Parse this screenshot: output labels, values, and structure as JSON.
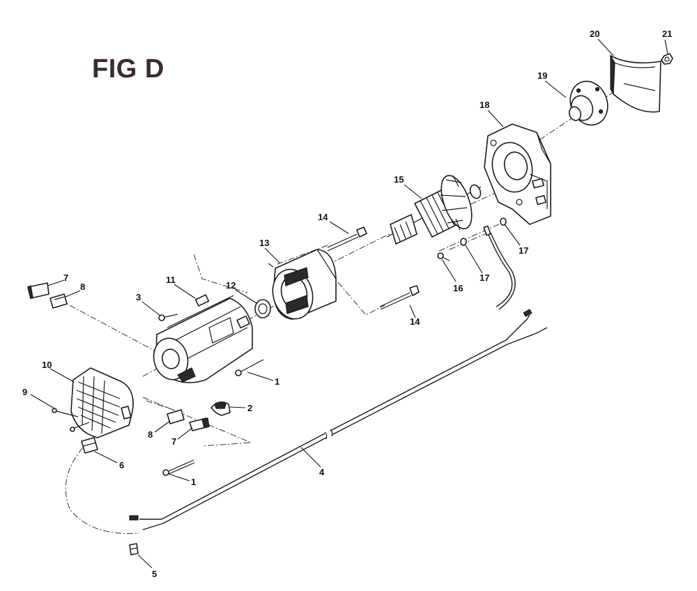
{
  "figure": {
    "title": "FIG D"
  },
  "callouts": [
    {
      "id": "c1a",
      "label": "1"
    },
    {
      "id": "c1b",
      "label": "1"
    },
    {
      "id": "c2",
      "label": "2"
    },
    {
      "id": "c3",
      "label": "3"
    },
    {
      "id": "c4",
      "label": "4"
    },
    {
      "id": "c5",
      "label": "5"
    },
    {
      "id": "c6",
      "label": "6"
    },
    {
      "id": "c7a",
      "label": "7"
    },
    {
      "id": "c7b",
      "label": "7"
    },
    {
      "id": "c8a",
      "label": "8"
    },
    {
      "id": "c8b",
      "label": "8"
    },
    {
      "id": "c9",
      "label": "9"
    },
    {
      "id": "c10",
      "label": "10"
    },
    {
      "id": "c11",
      "label": "11"
    },
    {
      "id": "c12",
      "label": "12"
    },
    {
      "id": "c13",
      "label": "13"
    },
    {
      "id": "c14a",
      "label": "14"
    },
    {
      "id": "c14b",
      "label": "14"
    },
    {
      "id": "c15",
      "label": "15"
    },
    {
      "id": "c16",
      "label": "16"
    },
    {
      "id": "c17a",
      "label": "17"
    },
    {
      "id": "c17b",
      "label": "17"
    },
    {
      "id": "c18",
      "label": "18"
    },
    {
      "id": "c19",
      "label": "19"
    },
    {
      "id": "c20",
      "label": "20"
    },
    {
      "id": "c21",
      "label": "21"
    }
  ]
}
